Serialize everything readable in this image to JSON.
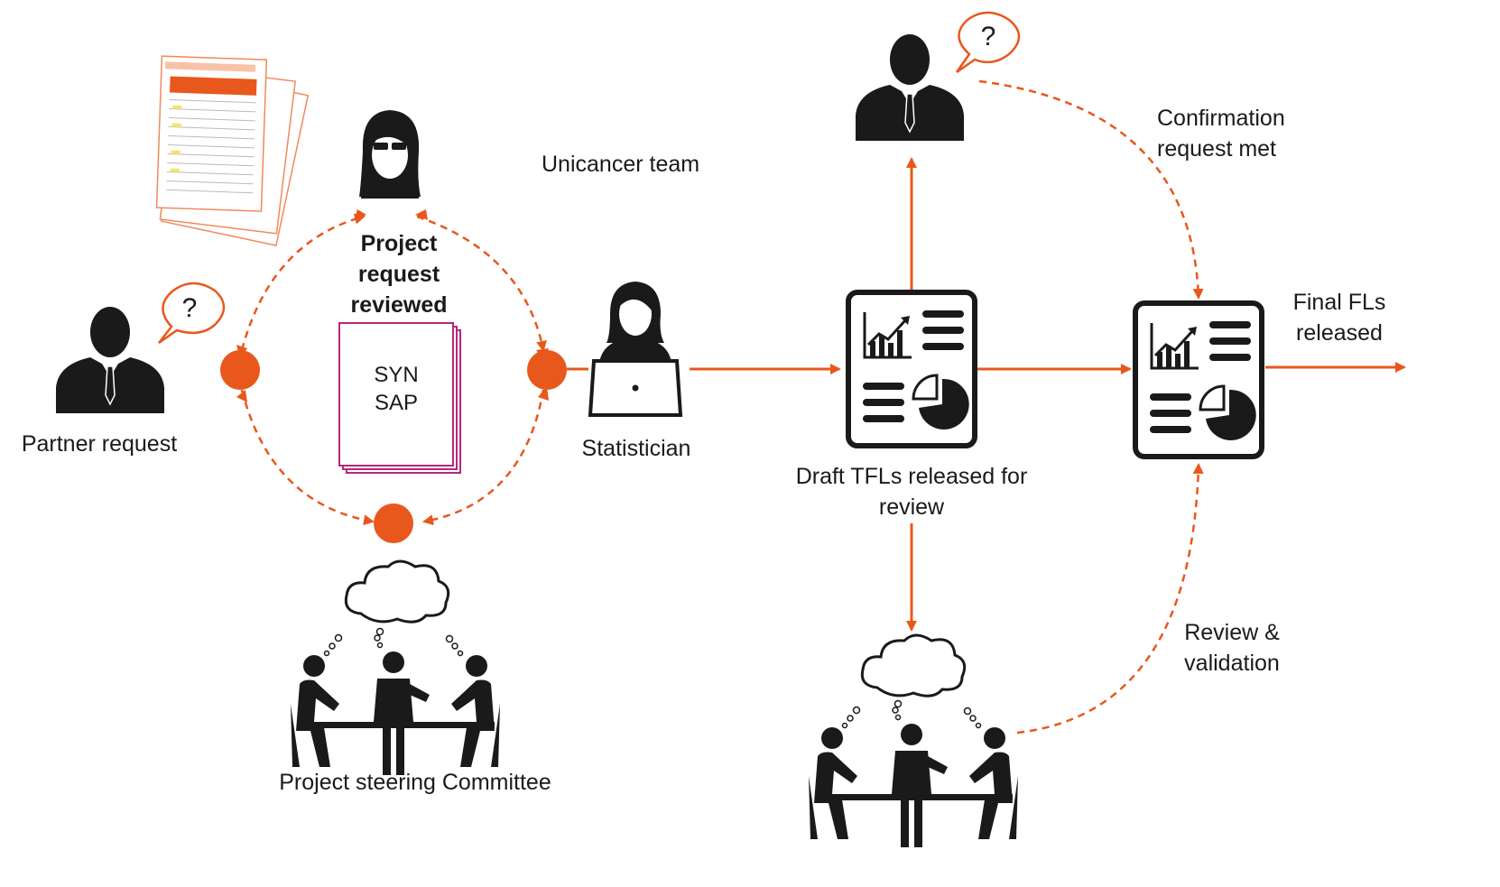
{
  "colors": {
    "accent": "#E8581C",
    "doc_border": "#B5287A",
    "icon_fill": "#1a1a1a"
  },
  "labels": {
    "unicancer_team": "Unicancer team",
    "project_request_reviewed": "Project\nrequest\nreviewed",
    "syn": "SYN",
    "sap": "SAP",
    "partner_request": "Partner request",
    "statistician": "Statistician",
    "project_steering_committee": "Project steering Committee",
    "draft_tfls": "Draft TFLs released for\nreview",
    "confirmation_request_met": "Confirmation\nrequest met",
    "final_fls_released": "Final FLs\nreleased",
    "review_validation": "Review &\nvalidation"
  },
  "speech_bubble_mark": "?",
  "icons": [
    "person-icon",
    "woman-glasses-icon",
    "statistician-laptop-icon",
    "meeting-table-icon",
    "thought-cloud-icon",
    "report-document-icon",
    "speech-bubble-icon",
    "paper-stack-icon"
  ]
}
